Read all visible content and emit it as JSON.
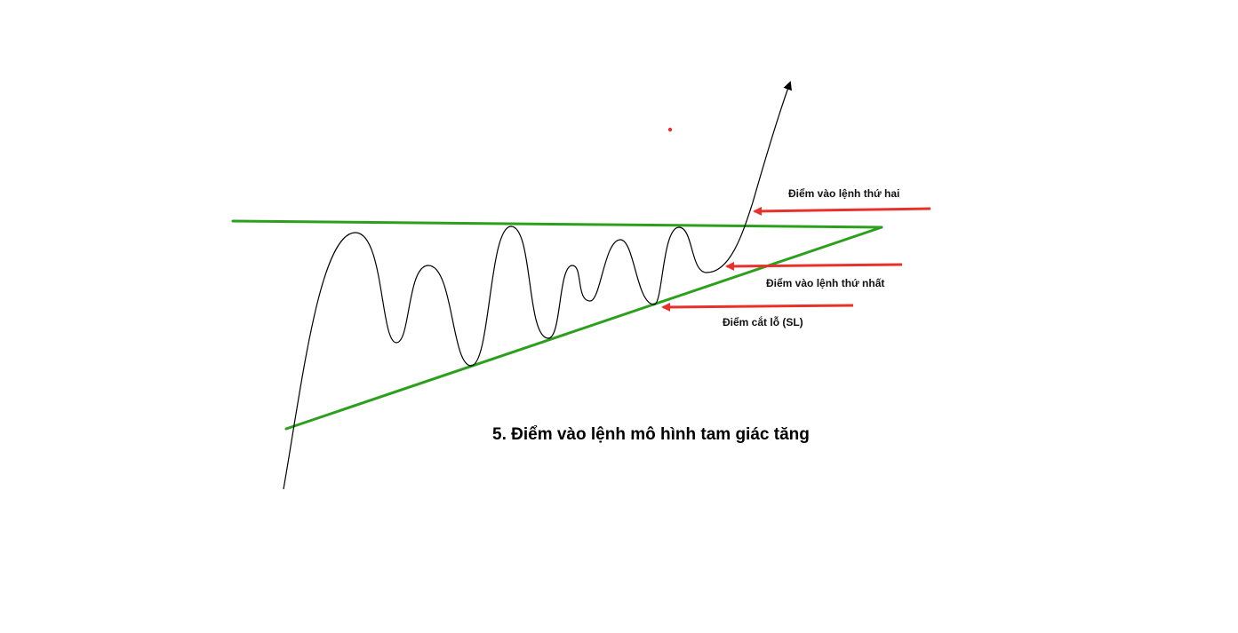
{
  "diagram": {
    "title": "5. Điểm vào lệnh mô hình tam giác tăng",
    "annotations": {
      "second_entry": "Điểm vào lệnh thứ hai",
      "first_entry": "Điểm vào lệnh thứ nhất",
      "stop_loss": "Điểm cắt lỗ (SL)"
    },
    "colors": {
      "trendline": "#2ca01c",
      "arrow": "#e8312a",
      "price_path": "#000000",
      "dot": "#e8312a",
      "text": "#111111"
    }
  }
}
